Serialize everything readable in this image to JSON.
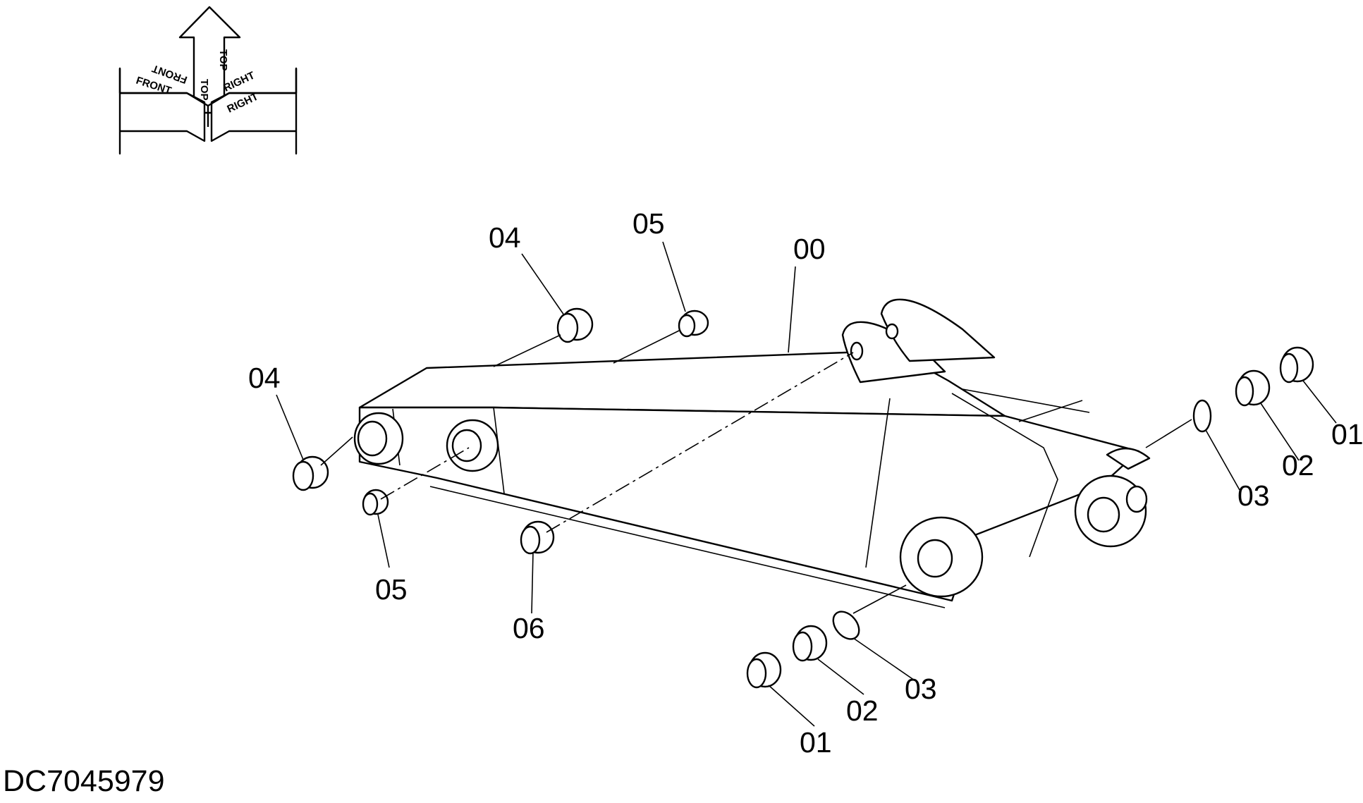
{
  "drawing_number": "DC7045979",
  "orientation": {
    "top": "TOP",
    "front": "FRONT",
    "right": "RIGHT"
  },
  "callouts": [
    {
      "id": "c-00",
      "label": "00"
    },
    {
      "id": "c-04a",
      "label": "04"
    },
    {
      "id": "c-05a",
      "label": "05"
    },
    {
      "id": "c-04b",
      "label": "04"
    },
    {
      "id": "c-05b",
      "label": "05"
    },
    {
      "id": "c-06",
      "label": "06"
    },
    {
      "id": "c-03a",
      "label": "03"
    },
    {
      "id": "c-02a",
      "label": "02"
    },
    {
      "id": "c-01a",
      "label": "01"
    },
    {
      "id": "c-03b",
      "label": "03"
    },
    {
      "id": "c-02b",
      "label": "02"
    },
    {
      "id": "c-01b",
      "label": "01"
    }
  ]
}
